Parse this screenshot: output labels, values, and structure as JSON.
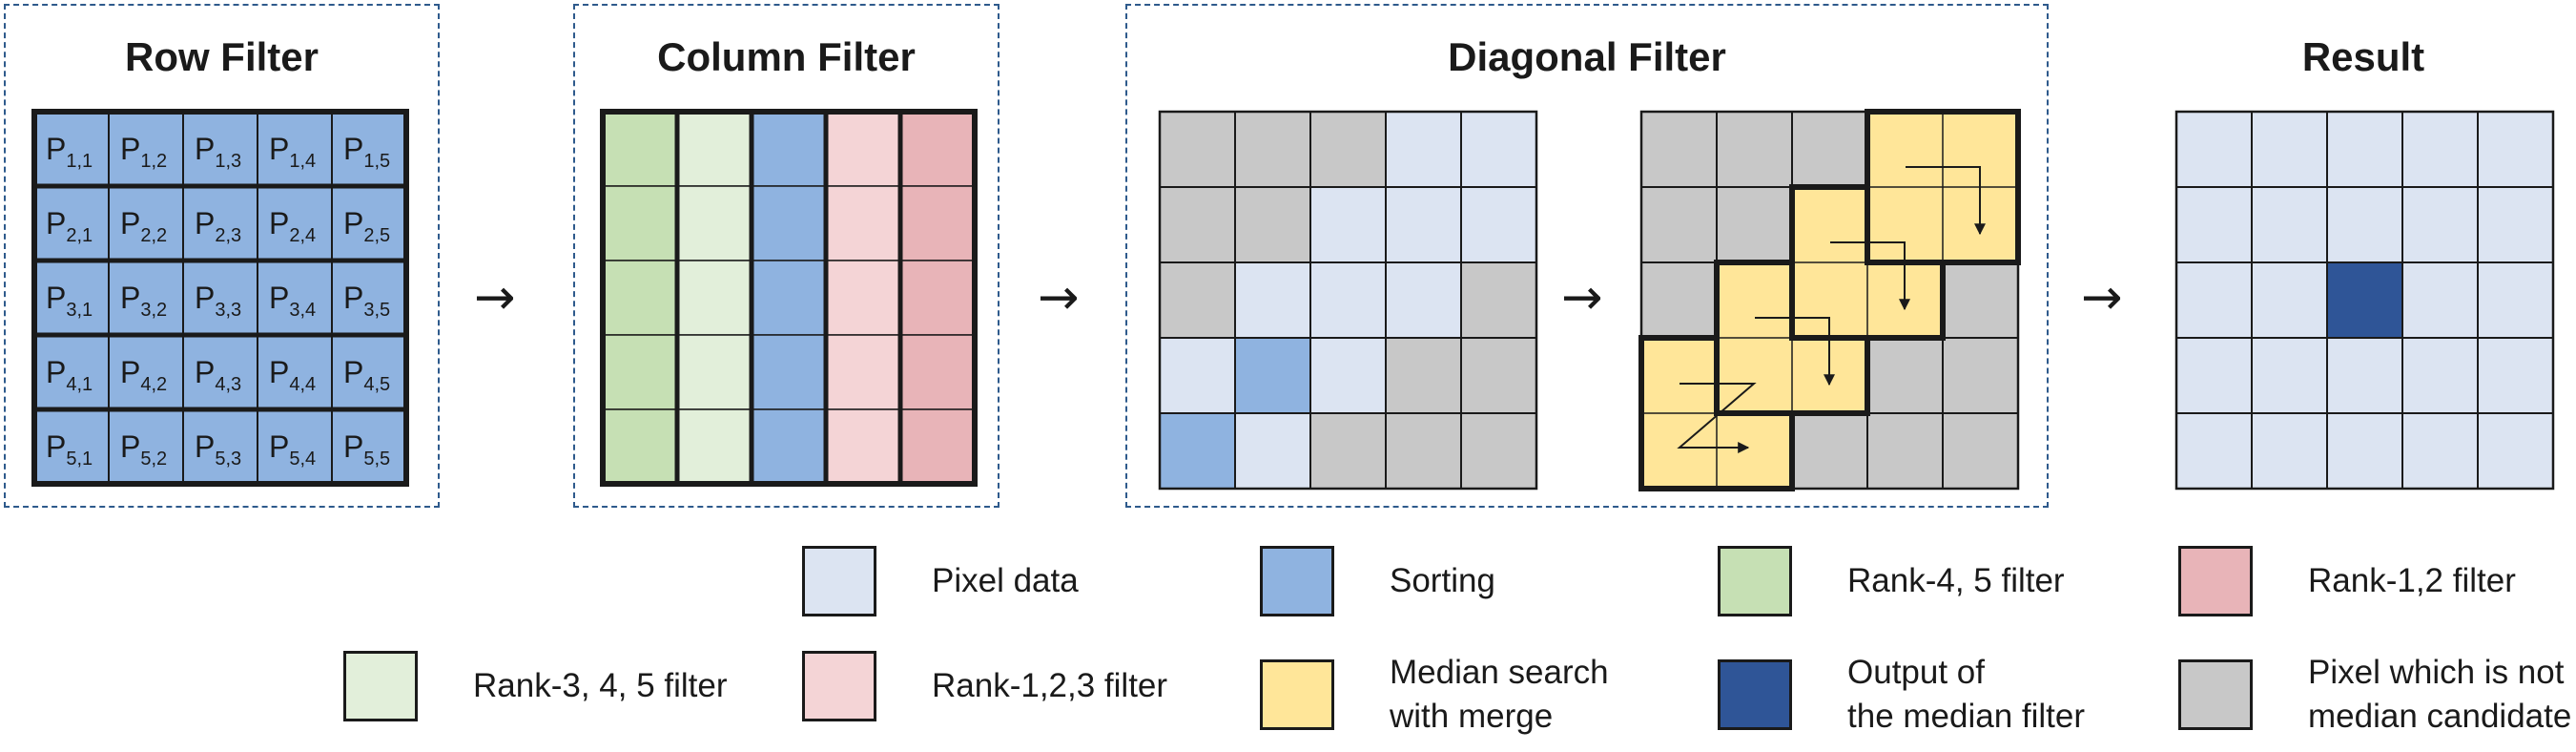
{
  "panels": {
    "row_filter": {
      "title": "Row Filter"
    },
    "column_filter": {
      "title": "Column Filter"
    },
    "diagonal_filter": {
      "title": "Diagonal Filter"
    },
    "result": {
      "title": "Result"
    }
  },
  "arrow_glyph": "→",
  "pixel_labels": [
    [
      "1,1",
      "1,2",
      "1,3",
      "1,4",
      "1,5"
    ],
    [
      "2,1",
      "2,2",
      "2,3",
      "2,4",
      "2,5"
    ],
    [
      "3,1",
      "3,2",
      "3,3",
      "3,4",
      "3,5"
    ],
    [
      "4,1",
      "4,2",
      "4,3",
      "4,4",
      "4,5"
    ],
    [
      "5,1",
      "5,2",
      "5,3",
      "5,4",
      "5,5"
    ]
  ],
  "pixel_symbol": "P",
  "colors": {
    "pixel_data": "#dce4f2",
    "sorting": "#8fb3e0",
    "rank45": "#c6e0b4",
    "rank345": "#e2efda",
    "rank12": "#e8b4b8",
    "rank123": "#f4d4d6",
    "median_merge": "#ffe699",
    "median_output": "#2f5597",
    "not_candidate": "#c8c8c8",
    "border": "#1a1a1a",
    "dashed": "#2e5a8c"
  },
  "legend": [
    {
      "label": "Pixel data",
      "color_key": "pixel_data"
    },
    {
      "label": "Sorting",
      "color_key": "sorting"
    },
    {
      "label": "Rank-4, 5 filter",
      "color_key": "rank45"
    },
    {
      "label": "Rank-1,2 filter",
      "color_key": "rank12"
    },
    {
      "label": "Rank-3, 4, 5 filter",
      "color_key": "rank345"
    },
    {
      "label": "Rank-1,2,3 filter",
      "color_key": "rank123"
    },
    {
      "label": "Median search\nwith merge",
      "color_key": "median_merge"
    },
    {
      "label": "Output of\nthe median filter",
      "color_key": "median_output"
    },
    {
      "label": "Pixel which is not\nmedian candidate",
      "color_key": "not_candidate"
    }
  ]
}
